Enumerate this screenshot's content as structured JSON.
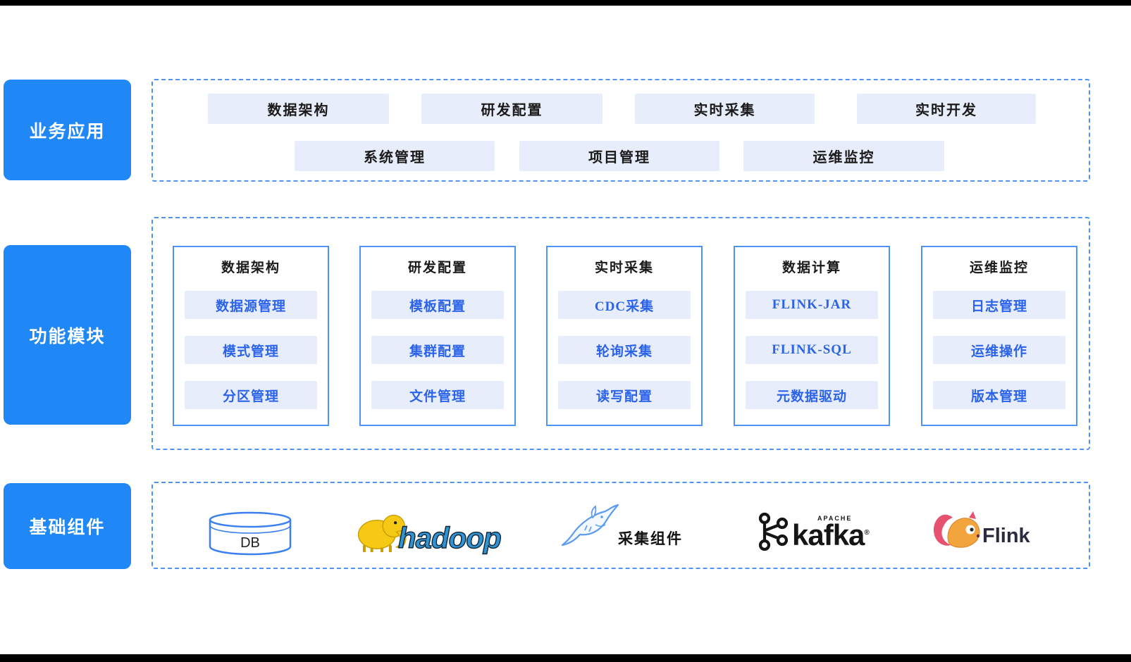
{
  "sidebar": {
    "business_label": "业务应用",
    "modules_label": "功能模块",
    "components_label": "基础组件"
  },
  "business_apps": {
    "row1": [
      "数据架构",
      "研发配置",
      "实时采集",
      "实时开发"
    ],
    "row2": [
      "系统管理",
      "项目管理",
      "运维监控"
    ]
  },
  "modules": [
    {
      "title": "数据架构",
      "items": [
        "数据源管理",
        "模式管理",
        "分区管理"
      ]
    },
    {
      "title": "研发配置",
      "items": [
        "模板配置",
        "集群配置",
        "文件管理"
      ]
    },
    {
      "title": "实时采集",
      "items": [
        "CDC采集",
        "轮询采集",
        "读写配置"
      ]
    },
    {
      "title": "数据计算",
      "items": [
        "FLINK-JAR",
        "FLINK-SQL",
        "元数据驱动"
      ]
    },
    {
      "title": "运维监控",
      "items": [
        "日志管理",
        "运维操作",
        "版本管理"
      ]
    }
  ],
  "components": {
    "db_label": "DB",
    "hadoop_label": "hadoop",
    "collector_label": "采集组件",
    "kafka_super_label": "APACHE",
    "kafka_label": "kafka",
    "kafka_mark": "®",
    "flink_label": "Flink"
  },
  "colors": {
    "accent_blue": "#1f87f6",
    "chip_bg": "#e7edfa",
    "dashed_border": "#4f93f5",
    "item_text": "#2b63ea"
  }
}
